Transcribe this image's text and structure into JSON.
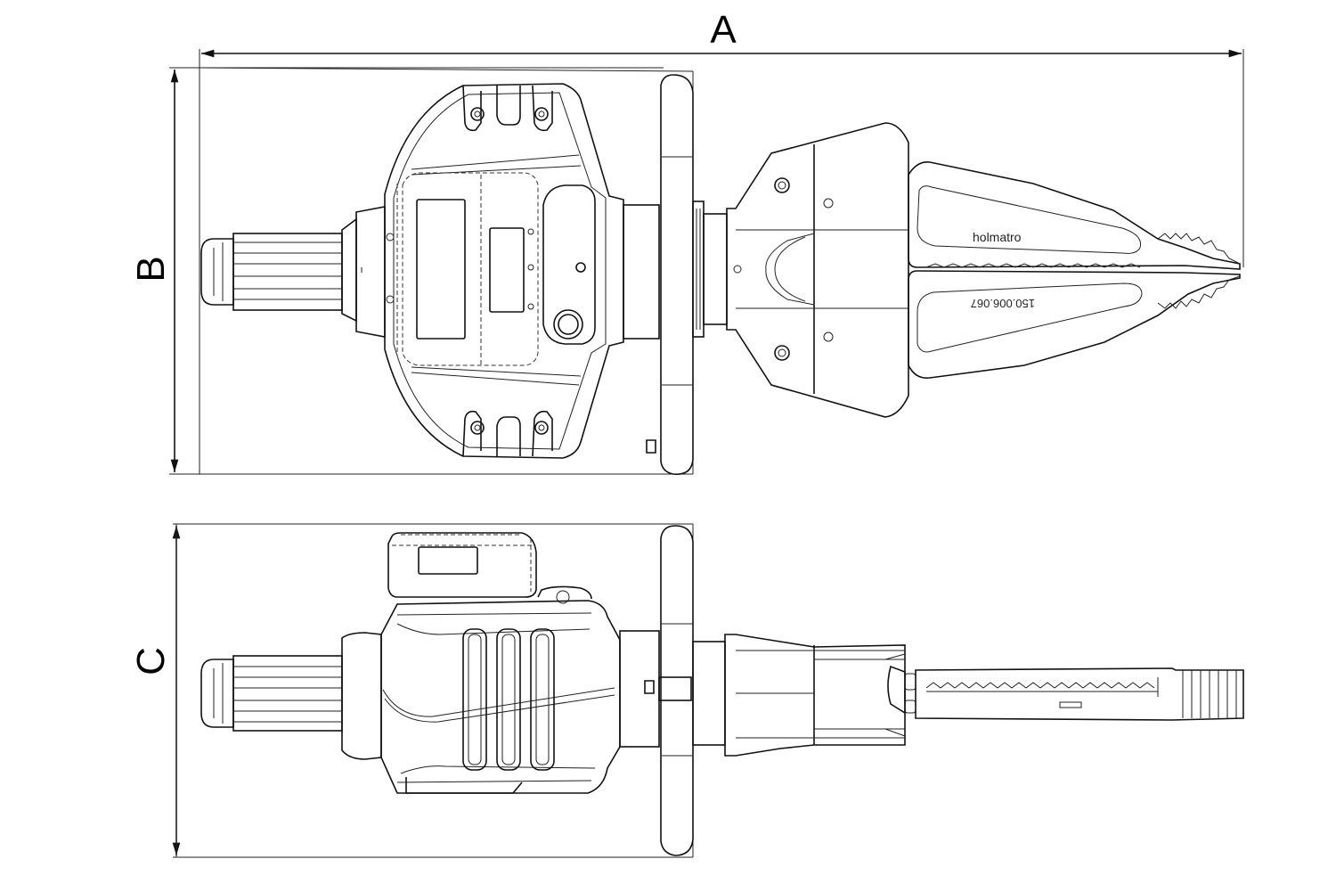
{
  "dimensions": {
    "a_label": "A",
    "b_label": "B",
    "c_label": "C"
  },
  "tool": {
    "brand": "holmatro",
    "serial_number": "150.006.067"
  }
}
